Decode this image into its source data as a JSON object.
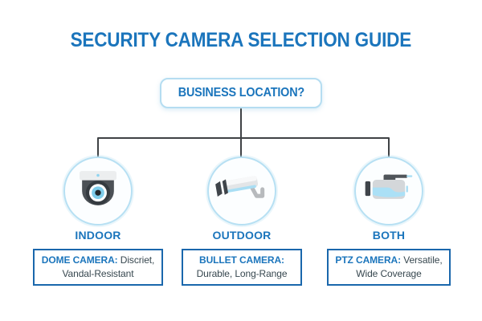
{
  "title": "SECURITY CAMERA SELECTION GUIDE",
  "decision_box": {
    "label": "BUSINESS LOCATION?"
  },
  "branches": [
    {
      "label": "INDOOR",
      "icon": "dome-camera-icon",
      "camera_type": "DOME CAMERA:",
      "desc_inline": " Discriet,",
      "desc_line2": "Vandal-Resistant"
    },
    {
      "label": "OUTDOOR",
      "icon": "bullet-camera-icon",
      "camera_type": "BULLET CAMERA:",
      "desc_inline": "",
      "desc_line2": "Durable, Long-Range"
    },
    {
      "label": "BOTH",
      "icon": "ptz-camera-icon",
      "camera_type": "PTZ CAMERA:",
      "desc_inline": " Versatile,",
      "desc_line2": "Wide Coverage"
    }
  ],
  "colors": {
    "primary_blue": "#1b75bc",
    "info_box_border": "#1a67ac",
    "light_blue_border": "#b5ddf1",
    "circle_border": "#b7e0f3",
    "icon_blue": "#a9def4",
    "icon_dark_gray": "#3f444a",
    "icon_light_gray": "#e3e5e7",
    "connector_gray": "#3f4245",
    "secondary_text": "#37474f",
    "background": "#ffffff"
  }
}
